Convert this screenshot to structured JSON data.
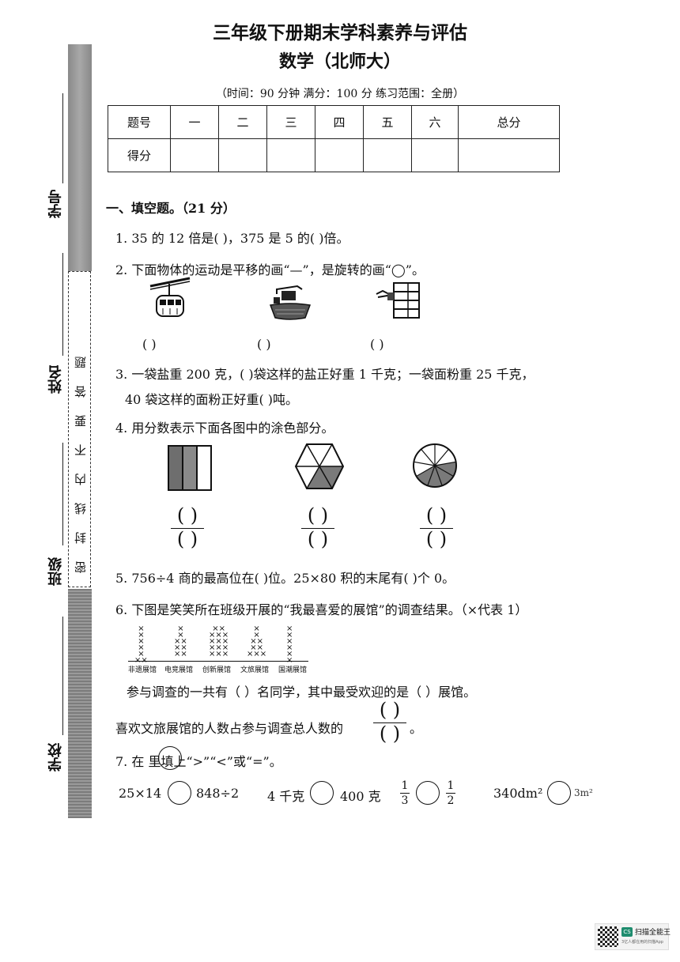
{
  "header": {
    "title": "三年级下册期末学科素养与评估",
    "subtitle": "数学（北师大）",
    "meta": "（时间：90 分钟   满分：100 分   练习范围：全册）"
  },
  "score_table": {
    "row1": [
      "题号",
      "一",
      "二",
      "三",
      "四",
      "五",
      "六",
      "总分"
    ],
    "row2_label": "得分"
  },
  "sidebar": {
    "xuehao": "学号",
    "xingming": "姓名",
    "banji": "班级",
    "xuexiao": "学校",
    "seal_text": "密封线内不要答题"
  },
  "section1": {
    "heading": "一、填空题。（21 分）",
    "q1": "1. 35 的 12 倍是(        )，375 是 5 的(        )倍。",
    "q2": "2. 下面物体的运动是平移的画“—”，是旋转的画“◯”。",
    "q2_blank": "(          )",
    "q3_line1": "3. 一袋盐重 200 克，(          )袋这样的盐正好重 1 千克；一袋面粉重 25 千克，",
    "q3_line2": "40 袋这样的面粉正好重(          )吨。",
    "q4": "4. 用分数表示下面各图中的涂色部分。",
    "frac_paren": "(  )",
    "q5": "5. 756÷4 商的最高位在(        )位。25×80 积的末尾有(          )个 0。",
    "q6": "6. 下图是笑笑所在班级开展的“我最喜爱的展馆”的调查结果。（×代表 1）",
    "q6_categories": [
      "非遗展馆",
      "电竞展馆",
      "创新展馆",
      "文旅展馆",
      "国潮展馆"
    ],
    "q6_line1": "参与调查的一共有（          ）名同学，其中最受欢迎的是（          ）展馆。",
    "q6_line2": "喜欢文旅展馆的人数占参与调查总人数的",
    "q6_line2_end": "。",
    "q7": "7. 在      里填上“>”“<”或“=”。",
    "q7_items": {
      "a_left": "25×14",
      "a_right": "848÷2",
      "b_left": "4 千克",
      "b_right": "400 克",
      "c_left_num": "1",
      "c_left_den": "3",
      "c_right_num": "1",
      "c_right_den": "2",
      "d_left": "340dm²",
      "d_right": "3m²"
    }
  },
  "footer": {
    "app_name": "扫描全能王",
    "app_sub": "3亿人都在用的扫描App",
    "app_badge": "CS"
  },
  "colors": {
    "shade": "#7a7a7a",
    "sidebar_gray": "#8c8c8c"
  }
}
